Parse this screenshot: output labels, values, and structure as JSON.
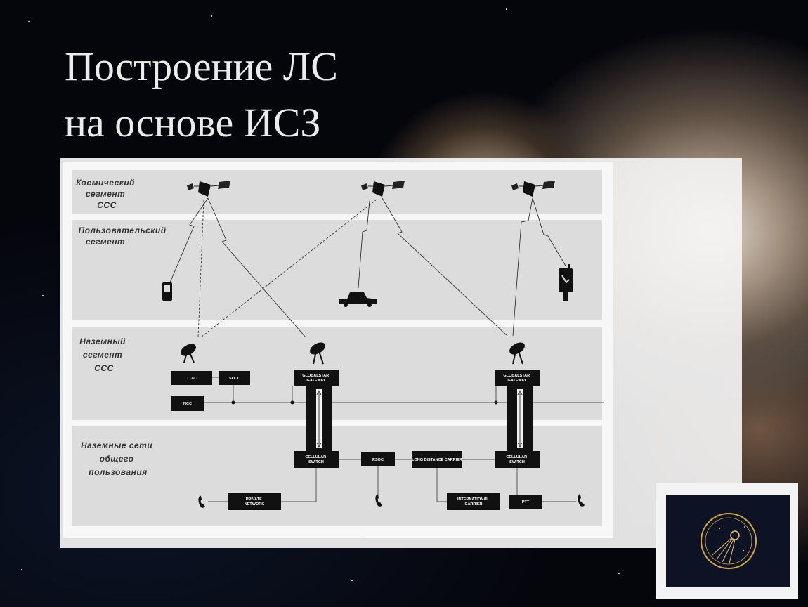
{
  "slide": {
    "title_line1": "Построение ЛС",
    "title_line2": "на основе  ИСЗ"
  },
  "diagram": {
    "segments": {
      "space": [
        "Космический",
        "сегмент",
        "ССС"
      ],
      "user": [
        "Пользовательский",
        "сегмент"
      ],
      "ground": [
        "Наземный",
        "сегмент",
        "ССС"
      ],
      "public": [
        "Наземные сети",
        "общего",
        "пользования"
      ]
    },
    "boxes": {
      "ttc": "TT&C",
      "socc": "SOCC",
      "ncc": "NCC",
      "gateway1": [
        "GLOBALSTAR",
        "GATEWAY"
      ],
      "gateway2": [
        "GLOBALSTAR",
        "GATEWAY"
      ],
      "switch1": [
        "CELLULAR",
        "SWITCH"
      ],
      "switch2": [
        "CELLULAR",
        "SWITCH"
      ],
      "rsoc": "RSOC",
      "long_distance": "LONG DISTANCE CARRIER",
      "international": [
        "INTERNATIONAL",
        "CARRIER"
      ],
      "private": [
        "PRIVATE",
        "NETWORK"
      ],
      "ptt": "PTT"
    }
  },
  "colors": {
    "title": "#ececec",
    "band": "#dcdcdc",
    "box": "#111111"
  },
  "icons": [
    "satellite-icon",
    "handset-icon",
    "car-icon",
    "phone-booth-icon",
    "dish-antenna-icon",
    "telephone-icon",
    "sputnik-logo-icon"
  ]
}
